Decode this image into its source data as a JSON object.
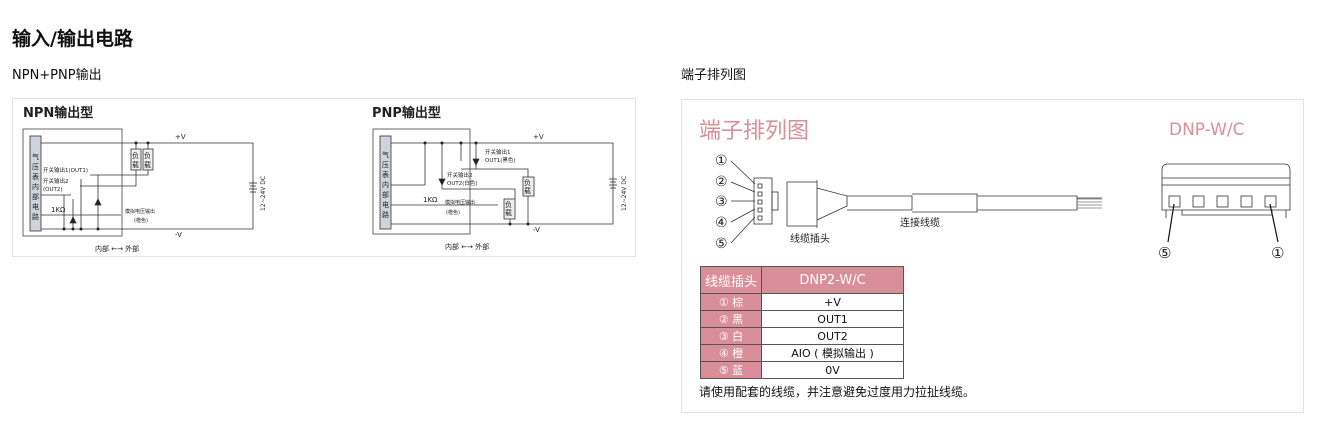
{
  "title": "输入/输出电路",
  "left": {
    "subtitle": "NPN+PNP输出",
    "npn": {
      "title": "NPN输出型",
      "internal": [
        "气",
        "压",
        "表",
        "内",
        "部",
        "电",
        "路"
      ],
      "plus_v": "+V",
      "minus_v": "-V",
      "load": [
        "负",
        "载"
      ],
      "out1": "开关输出1(OUT1)",
      "out2a": "开关输出2",
      "out2b": "(OUT2)",
      "resistor": "1KΩ",
      "analog": "模拟电压输出",
      "analog_color": "(橙色)",
      "supply": "12~24V DC",
      "boundary": "内部 ←→ 外部"
    },
    "pnp": {
      "title": "PNP输出型",
      "internal": [
        "气",
        "压",
        "表",
        "内",
        "部",
        "电",
        "路"
      ],
      "plus_v": "+V",
      "minus_v": "-V",
      "load": [
        "负",
        "载"
      ],
      "out1a": "开关输出1",
      "out1b": "OUT1(黑色)",
      "out2a": "开关输出2",
      "out2b": "OUT2(白色)",
      "resistor": "1KΩ",
      "analog": "模拟电压输出",
      "analog_color": "(橙色)",
      "supply": "12~24V DC",
      "boundary": "内部 ←→ 外部"
    }
  },
  "right": {
    "subtitle": "端子排列图",
    "heading": "端子排列图",
    "model": "DNP-W/C",
    "pins": [
      "①",
      "②",
      "③",
      "④",
      "⑤"
    ],
    "plug_label": "线缆插头",
    "cable_label": "连接线缆",
    "table": {
      "header": [
        "线缆插头",
        "DNP2-W/C"
      ],
      "rows": [
        [
          "① 棕",
          "+V"
        ],
        [
          "② 黑",
          "OUT1"
        ],
        [
          "③ 白",
          "OUT2"
        ],
        [
          "④ 橙",
          "AIO ( 模拟输出 )"
        ],
        [
          "⑤ 蓝",
          "0V"
        ]
      ]
    },
    "note": "请使用配套的线缆，并注意避免过度用力拉扯线缆。"
  },
  "colors": {
    "accent": "#d98e99"
  }
}
